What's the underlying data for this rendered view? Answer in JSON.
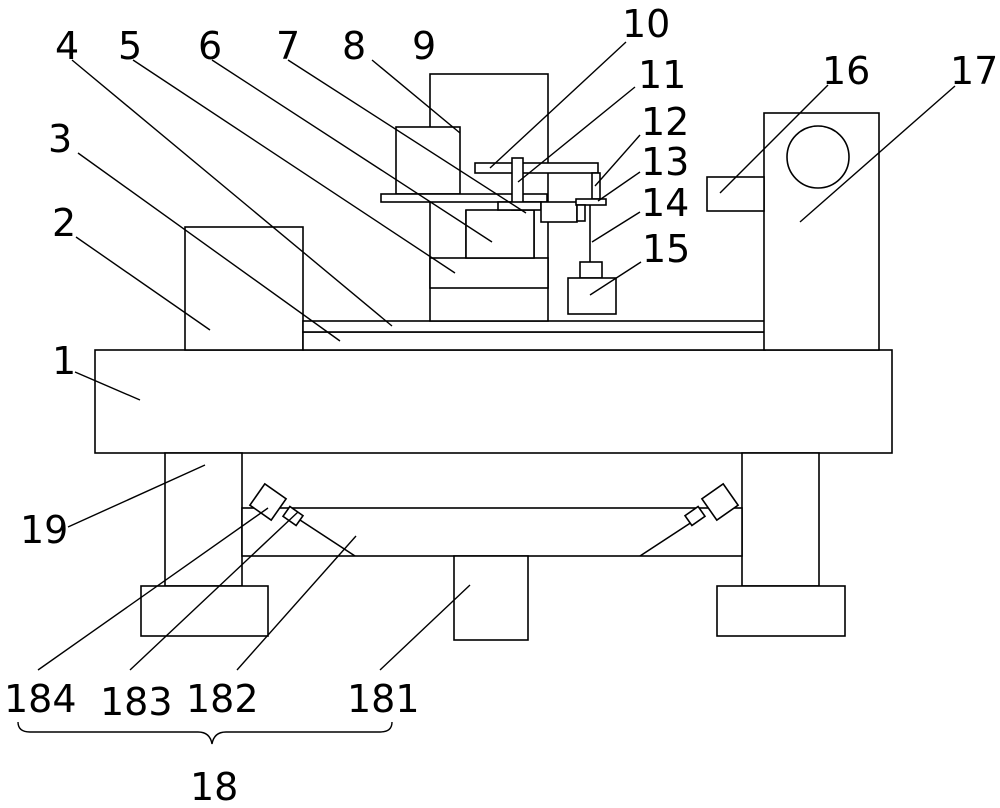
{
  "labels": {
    "l1": "1",
    "l2": "2",
    "l3": "3",
    "l4": "4",
    "l5": "5",
    "l6": "6",
    "l7": "7",
    "l8": "8",
    "l9": "9",
    "l10": "10",
    "l11": "11",
    "l12": "12",
    "l13": "13",
    "l14": "14",
    "l15": "15",
    "l16": "16",
    "l17": "17",
    "l18": "18",
    "l19": "19",
    "l181": "181",
    "l182": "182",
    "l183": "183",
    "l184": "184"
  }
}
